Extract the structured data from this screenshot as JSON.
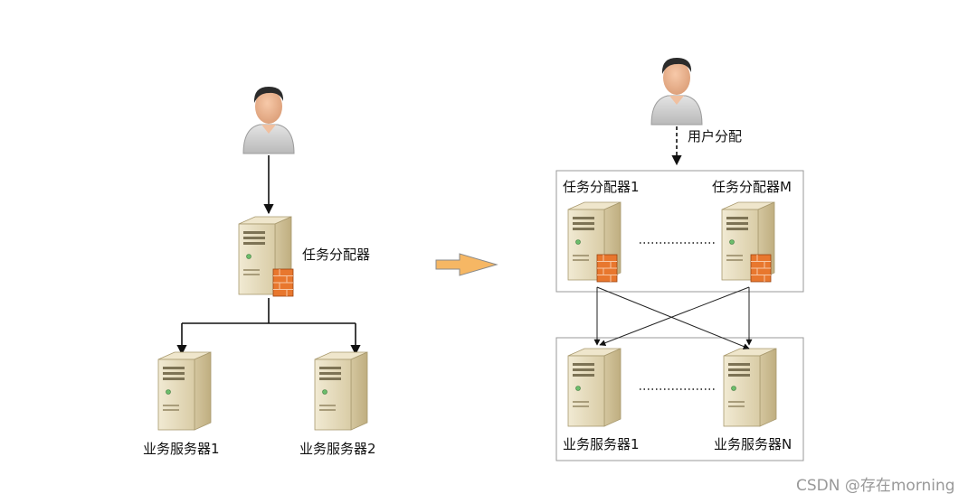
{
  "left": {
    "dispatcher_label": "任务分配器",
    "server1_label": "业务服务器1",
    "server2_label": "业务服务器2"
  },
  "right": {
    "user_assign_label": "用户分配",
    "dispatcher1_label": "任务分配器1",
    "dispatcherM_label": "任务分配器M",
    "server1_label": "业务服务器1",
    "serverN_label": "业务服务器N"
  },
  "watermark": "CSDN @存在morning",
  "icons": {
    "user": "user-icon",
    "server": "server-icon",
    "firewall": "firewall-icon",
    "transition_arrow": "right-arrow-icon"
  },
  "colors": {
    "server_body": "#e6dcc0",
    "server_side": "#c9bb93",
    "firewall": "#e8772e",
    "arrow_fill": "#f6b764",
    "arrow_stroke": "#8a8a8a",
    "group_border": "#9a9a9a"
  }
}
